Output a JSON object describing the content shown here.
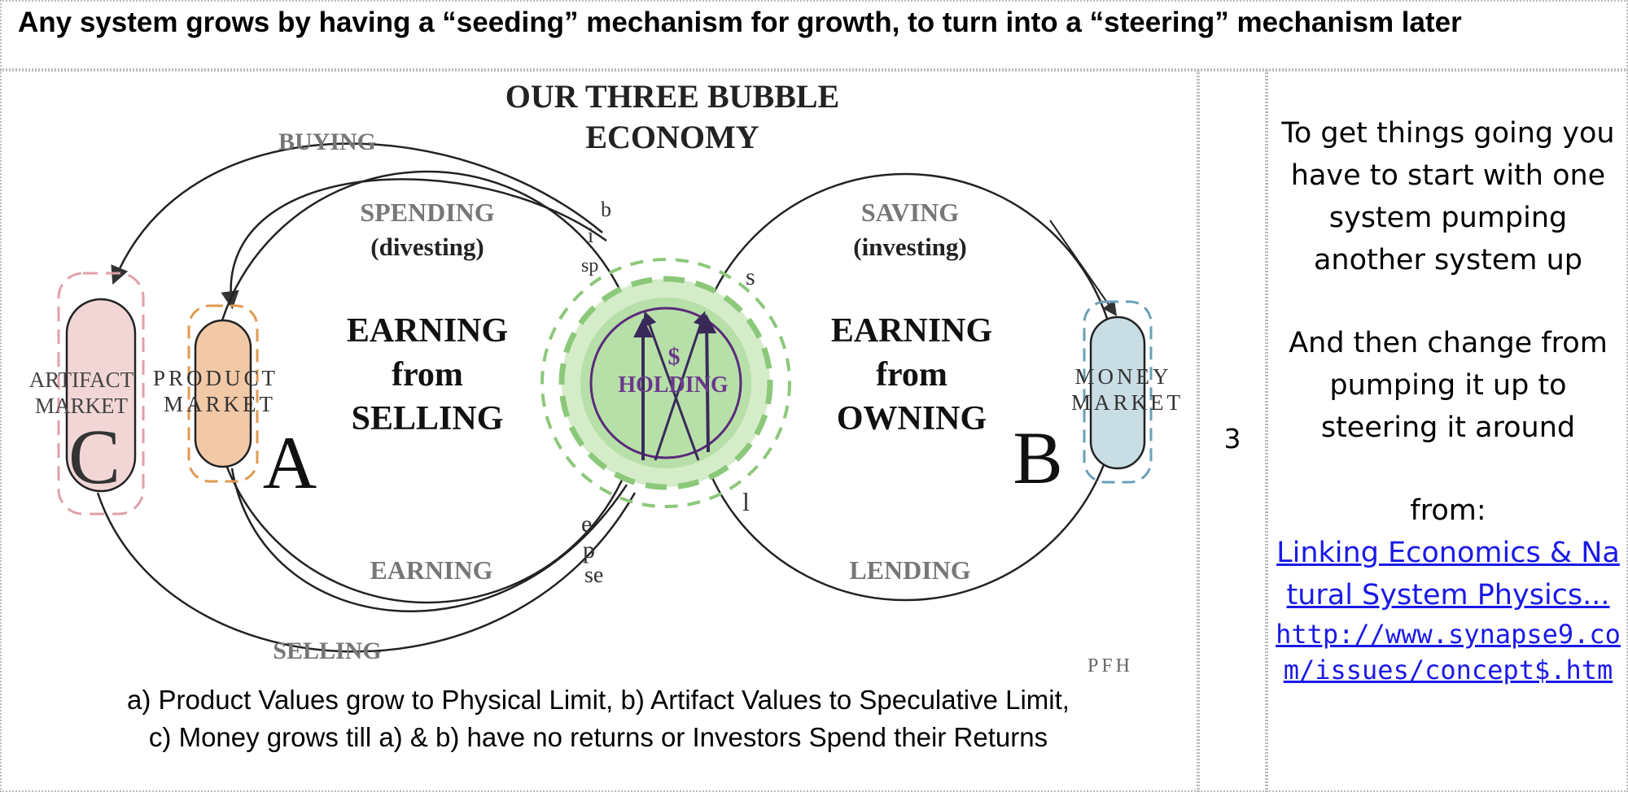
{
  "slide": {
    "title": "Any system grows by having a “seeding” mechanism for growth, to turn into a “steering” mechanism later",
    "number": "3"
  },
  "diagram": {
    "heading_line1": "OUR THREE BUBBLE",
    "heading_line2": "ECONOMY",
    "flows": {
      "buying": "BUYING",
      "spending": "SPENDING",
      "divesting": "(divesting)",
      "saving": "SAVING",
      "investing": "(investing)",
      "earning_bottom": "EARNING",
      "lending": "LENDING",
      "selling": "SELLING"
    },
    "left_center": [
      "EARNING",
      "from",
      "SELLING"
    ],
    "right_center": [
      "EARNING",
      "from",
      "OWNING"
    ],
    "holding": "HOLDING",
    "dollar": "$",
    "markets": {
      "artifact_line1": "ARTIFACT",
      "artifact_line2": "MARKET",
      "product_line1": "PRODUCT",
      "product_line2": "MARKET",
      "money_line1": "MONEY",
      "money_line2": "MARKET"
    },
    "letters": {
      "c": "C",
      "a": "A",
      "b": "B"
    },
    "handwritten": {
      "b": "b",
      "i": "i",
      "sp": "sp",
      "s": "s",
      "e": "e",
      "p": "p",
      "se": "se",
      "l": "l"
    },
    "signature": "PFH",
    "caption_line1": "a) Product Values grow to Physical Limit, b) Artifact Values to Speculative Limit,",
    "caption_line2": "c) Money grows till a) & b) have no returns or Investors Spend their Returns",
    "colors": {
      "artifact_fill": "#f2d6d6",
      "artifact_border": "#e0a0a8",
      "product_fill": "#f2c9a6",
      "product_border": "#e09a50",
      "money_fill": "#c9dde4",
      "money_border": "#6aa0b8",
      "holding_fill": "#b7dfa8",
      "holding_border": "#8cc87a",
      "holding_outline": "#5a2a7a",
      "arrow": "#3a2a5a"
    }
  },
  "sidebar": {
    "para1": "To get things going you have to start with one system pumping another system up",
    "para2": "And then change from pumping it up to steering it around",
    "from_label": "from:",
    "link_text": "Linking Economics & Natural System Physics...",
    "link_url": "http://www.synapse9.com/issues/concept$.htm"
  }
}
